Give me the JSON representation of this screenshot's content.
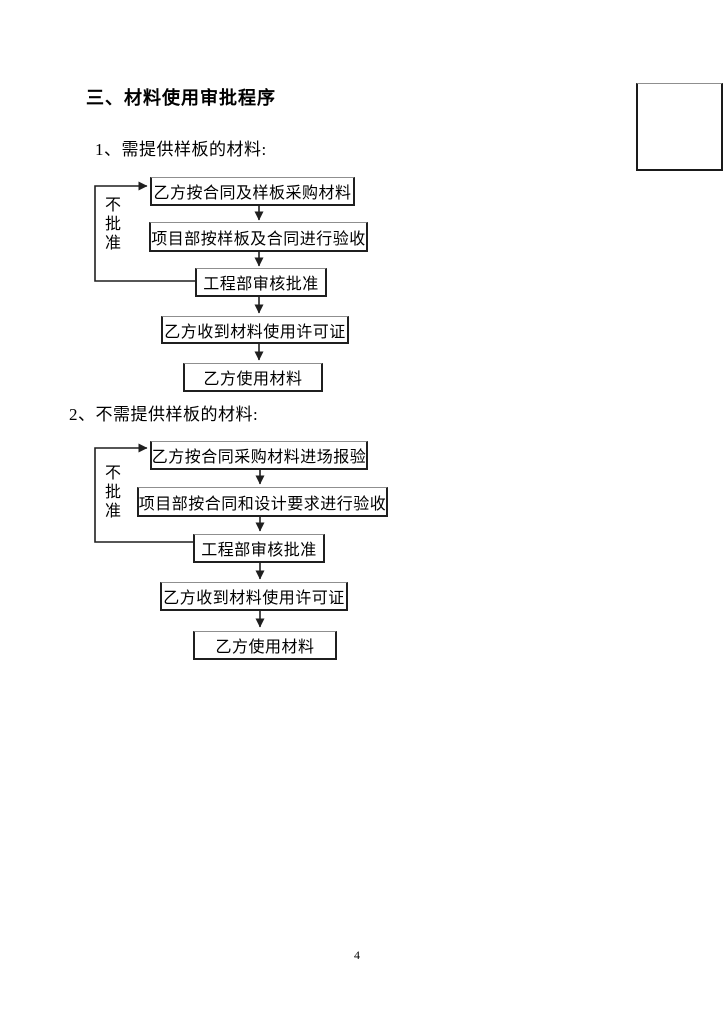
{
  "document": {
    "section_title": "三、材料使用审批程序",
    "page_number": "4",
    "colors": {
      "ink": "#1f1f1f",
      "page_bg": "#ffffff"
    }
  },
  "flowchart1": {
    "heading": "1、需提供样板的材料:",
    "reject_label": "不批准",
    "boxes": [
      "乙方按合同及样板采购材料",
      "项目部按样板及合同进行验收",
      "工程部审核批准",
      "乙方收到材料使用许可证",
      "乙方使用材料"
    ]
  },
  "flowchart2": {
    "heading": "2、不需提供样板的材料:",
    "reject_label": "不批准",
    "boxes": [
      "乙方按合同采购材料进场报验",
      "项目部按合同和设计要求进行验收",
      "工程部审核批准",
      "乙方收到材料使用许可证",
      "乙方使用材料"
    ]
  }
}
